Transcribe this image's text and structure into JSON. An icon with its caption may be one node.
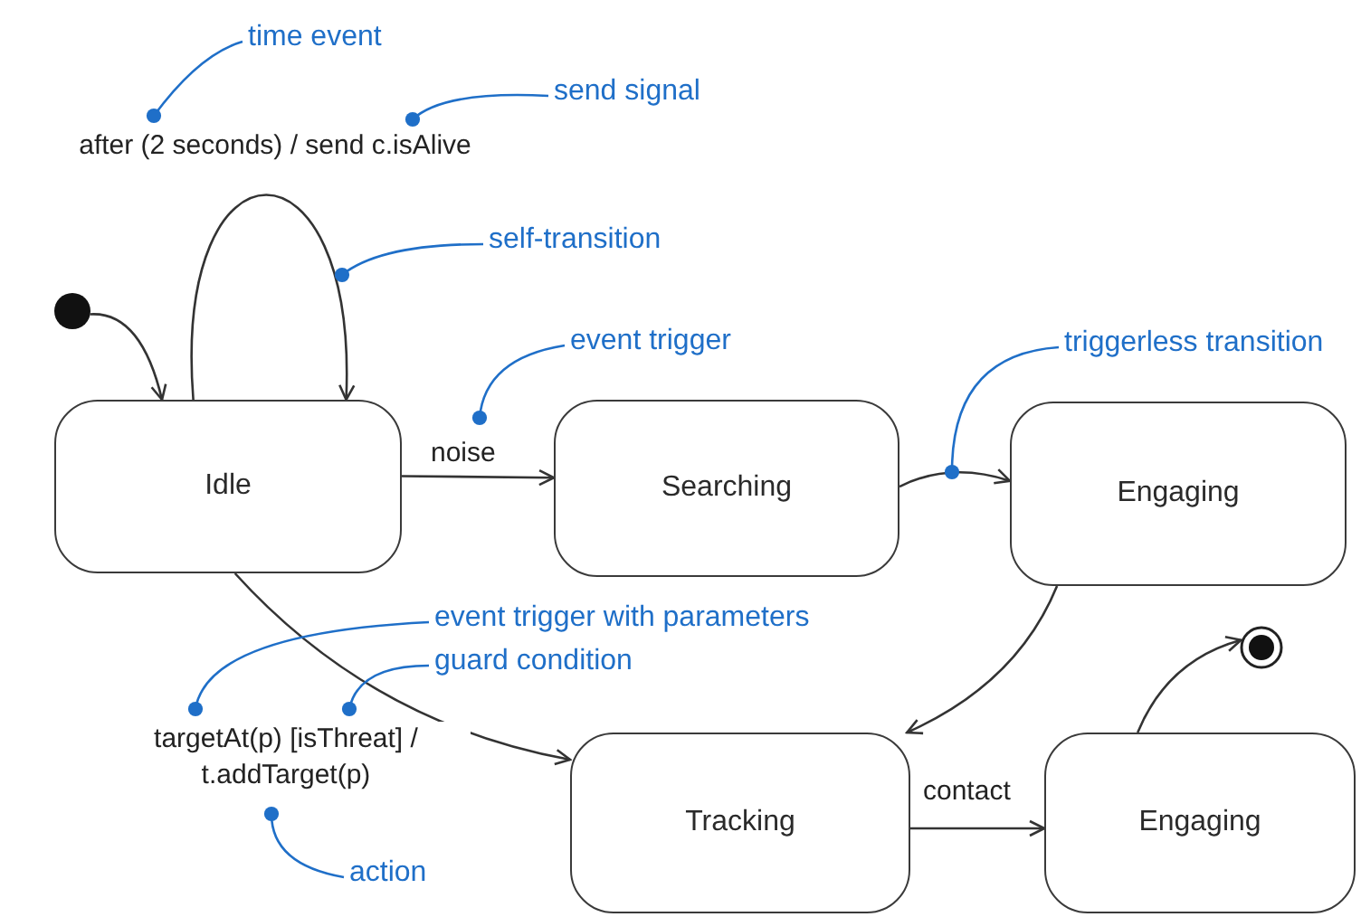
{
  "diagram": {
    "nodes": [
      {
        "text": [],
        "shape": "circle"
      },
      {
        "text": [
          "Idle"
        ]
      },
      {
        "text": [
          "Searching"
        ]
      },
      {
        "text": [
          "Engaging"
        ]
      },
      {
        "text": [
          "Tracking"
        ]
      },
      {
        "text": [
          "Engaging"
        ]
      },
      {
        "text": [],
        "shape": "circle"
      },
      {
        "text": [
          "time event"
        ]
      },
      {
        "text": [
          "send signal"
        ]
      },
      {
        "text": [
          "self-transition"
        ]
      },
      {
        "text": [
          "event trigger"
        ]
      },
      {
        "text": [
          "triggerless transition"
        ]
      },
      {
        "text": [
          "event trigger with parameters"
        ]
      },
      {
        "text": [
          "guard condition"
        ]
      },
      {
        "text": [
          "action"
        ]
      }
    ],
    "edges": [
      {
        "from": 0,
        "to": 1,
        "arrow": "to"
      },
      {
        "from": 1,
        "to": 1,
        "arrow": "to",
        "label": "after (2 seconds) / send c.isAlive"
      },
      {
        "from": 1,
        "to": 2,
        "arrow": "to",
        "label": "noise"
      },
      {
        "from": 2,
        "to": 3,
        "arrow": "to"
      },
      {
        "from": 3,
        "to": 4,
        "arrow": "to"
      },
      {
        "from": 1,
        "to": 4,
        "arrow": "to",
        "label": "targetAt(p) [isThreat] / t.addTarget(p)"
      },
      {
        "from": 4,
        "to": 5,
        "arrow": "to",
        "label": "contact"
      },
      {
        "from": 5,
        "to": 6,
        "arrow": "to"
      },
      {
        "from": 7,
        "to": null,
        "arrow": "other",
        "color": "#1f6fc8"
      },
      {
        "from": 8,
        "to": null,
        "arrow": "other",
        "color": "#1f6fc8"
      },
      {
        "from": 9,
        "to": null,
        "arrow": "other",
        "color": "#1f6fc8"
      },
      {
        "from": 10,
        "to": null,
        "arrow": "other",
        "color": "#1f6fc8"
      },
      {
        "from": 11,
        "to": null,
        "arrow": "other",
        "color": "#1f6fc8"
      },
      {
        "from": 12,
        "to": null,
        "arrow": "other",
        "color": "#1f6fc8"
      },
      {
        "from": 13,
        "to": null,
        "arrow": "other",
        "color": "#1f6fc8"
      },
      {
        "from": 14,
        "to": null,
        "arrow": "other",
        "color": "#1f6fc8"
      }
    ]
  }
}
